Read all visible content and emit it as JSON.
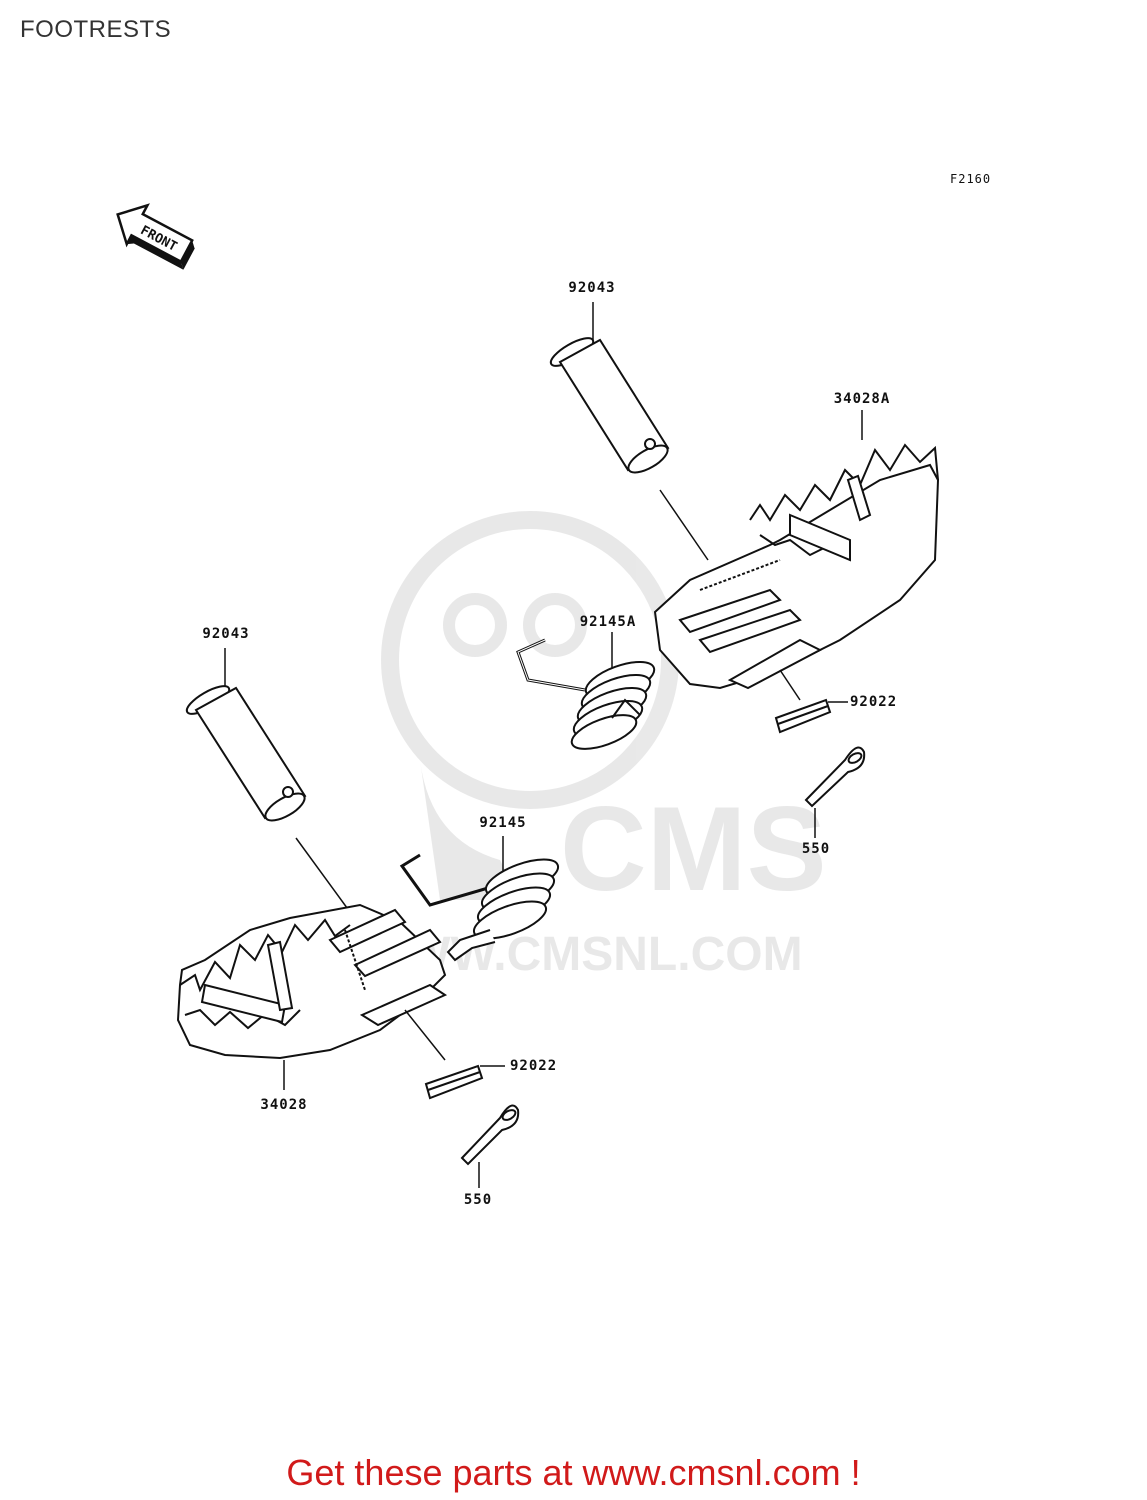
{
  "page": {
    "title": "FOOTRESTS",
    "figure_code": "F2160"
  },
  "orientation": {
    "arrow_label": "FRONT",
    "icon": "front-arrow-icon"
  },
  "parts": [
    {
      "id": "pin-upper",
      "number": "92043"
    },
    {
      "id": "footrest-right",
      "number": "34028A"
    },
    {
      "id": "spring-right",
      "number": "92145A"
    },
    {
      "id": "washer-right",
      "number": "92022"
    },
    {
      "id": "cotter-pin-right",
      "number": "550"
    },
    {
      "id": "pin-lower",
      "number": "92043"
    },
    {
      "id": "spring-left",
      "number": "92145"
    },
    {
      "id": "footrest-left",
      "number": "34028"
    },
    {
      "id": "washer-left",
      "number": "92022"
    },
    {
      "id": "cotter-pin-left",
      "number": "550"
    }
  ],
  "watermark": {
    "brand": "CMS",
    "site": "WWW.CMSNL.COM"
  },
  "footer": {
    "text": "Get these parts at www.cmsnl.com !",
    "color": "#d11a1a"
  }
}
